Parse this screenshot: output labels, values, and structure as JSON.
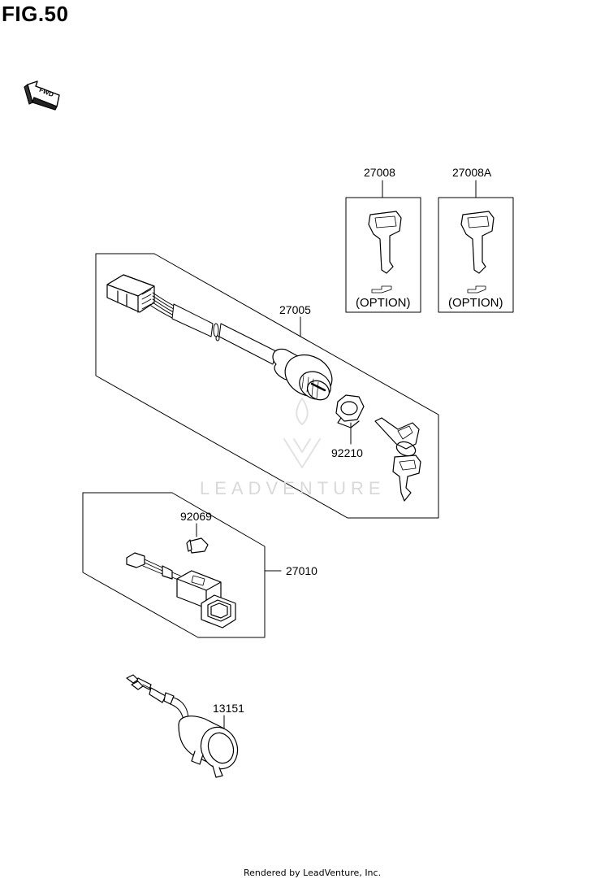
{
  "figure": {
    "title": "FIG.50"
  },
  "fwd_arrow": {
    "label": "FWD"
  },
  "parts": {
    "p27005": "27005",
    "p27008": "27008",
    "p27008a": "27008A",
    "p92210": "92210",
    "p92069": "92069",
    "p27010": "27010",
    "p13151": "13151"
  },
  "option_label": "(OPTION)",
  "watermark": "LEADVENTURE",
  "footer": "Rendered by LeadVenture, Inc."
}
